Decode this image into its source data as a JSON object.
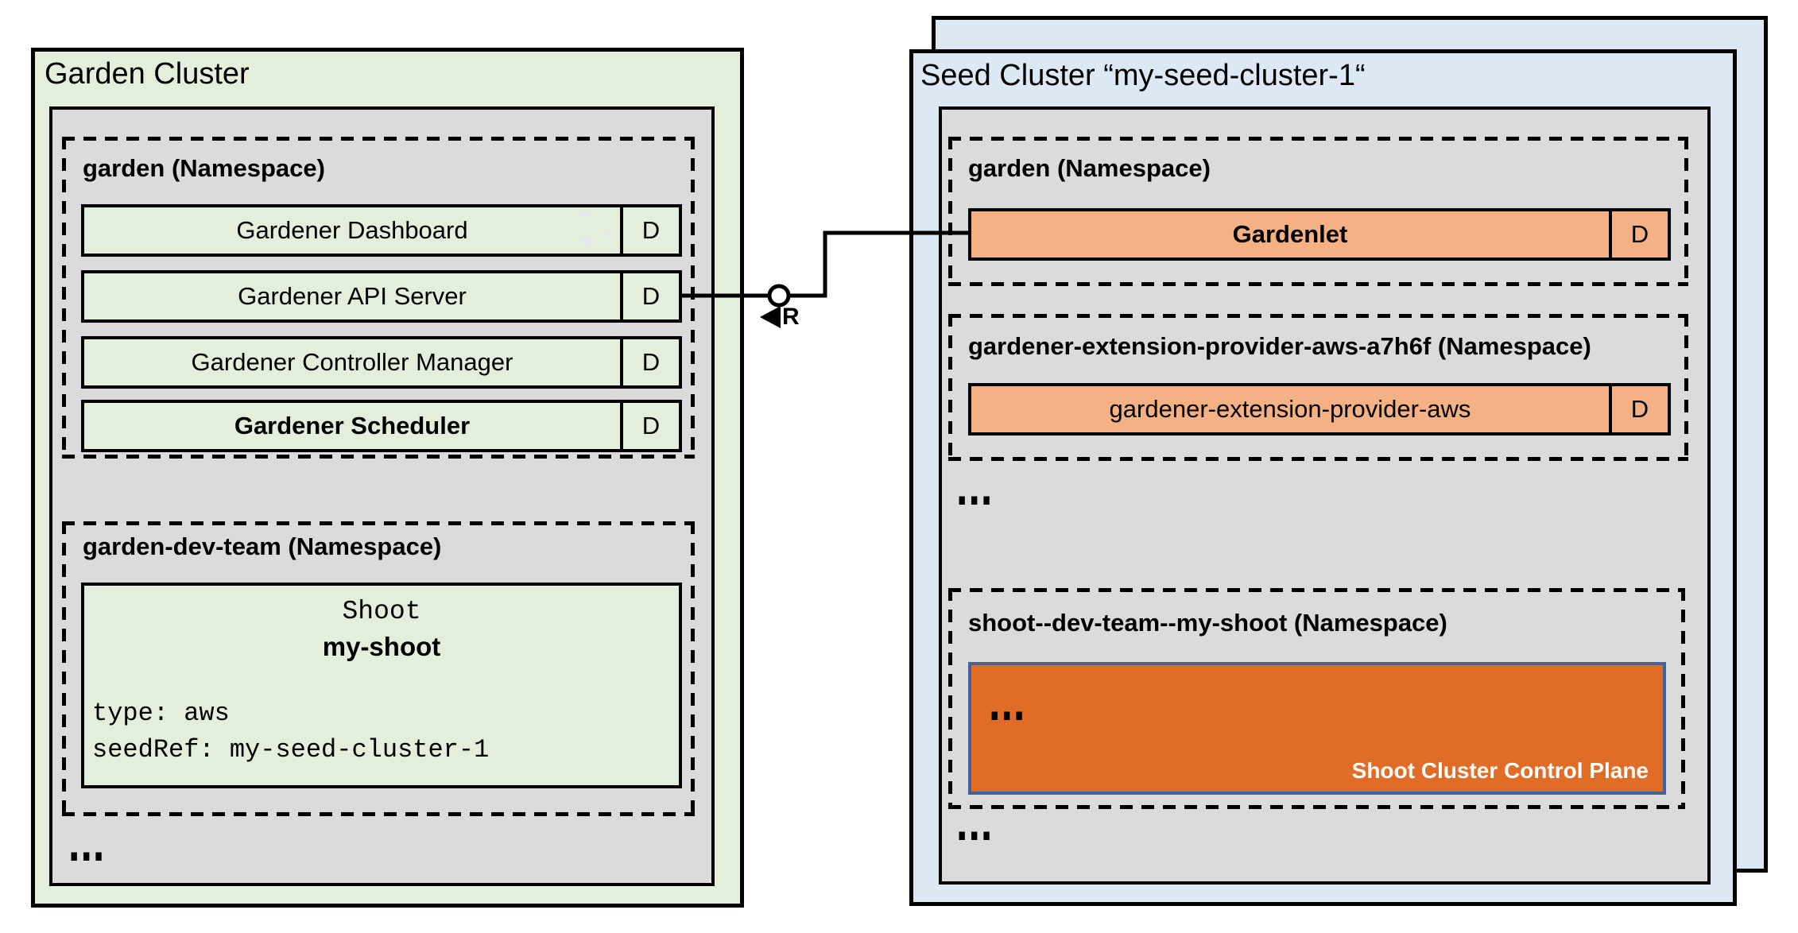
{
  "colors": {
    "garden_green": "#e3efdb",
    "row_green": "#e3efda",
    "panel_gray": "#dbdbdb",
    "seed_blue": "#dce9f5",
    "component_orange": "#f4b183",
    "control_plane_orange": "#e16c26",
    "control_plane_border_blue": "#41629a",
    "line_black": "#000000"
  },
  "garden_cluster": {
    "title": "Garden Cluster",
    "garden_namespace": {
      "title": "garden (Namespace)",
      "rows": [
        {
          "label": "Gardener Dashboard",
          "badge": "D"
        },
        {
          "label": "Gardener API Server",
          "badge": "D"
        },
        {
          "label": "Gardener Controller Manager",
          "badge": "D"
        },
        {
          "label": "Gardener Scheduler",
          "badge": "D"
        }
      ]
    },
    "dev_namespace": {
      "title": "garden-dev-team (Namespace)",
      "shoot": {
        "kind": "Shoot",
        "name": "my-shoot",
        "spec_lines": [
          "type: aws",
          "seedRef: my-seed-cluster-1"
        ]
      }
    },
    "ellipsis": "..."
  },
  "seed_cluster": {
    "title": "Seed Cluster “my-seed-cluster-1“",
    "garden_namespace": {
      "title": "garden (Namespace)",
      "row": {
        "label": "Gardenlet",
        "badge": "D"
      }
    },
    "extension_namespace": {
      "title": "gardener-extension-provider-aws-a7h6f (Namespace)",
      "row": {
        "label": "gardener-extension-provider-aws",
        "badge": "D"
      }
    },
    "ellipsis_1": "...",
    "shoot_namespace": {
      "title": "shoot--dev-team--my-shoot (Namespace)",
      "control_plane": {
        "ellipsis": "...",
        "label": "Shoot Cluster Control Plane"
      }
    },
    "ellipsis_2": "..."
  },
  "connector": {
    "label": "R"
  }
}
